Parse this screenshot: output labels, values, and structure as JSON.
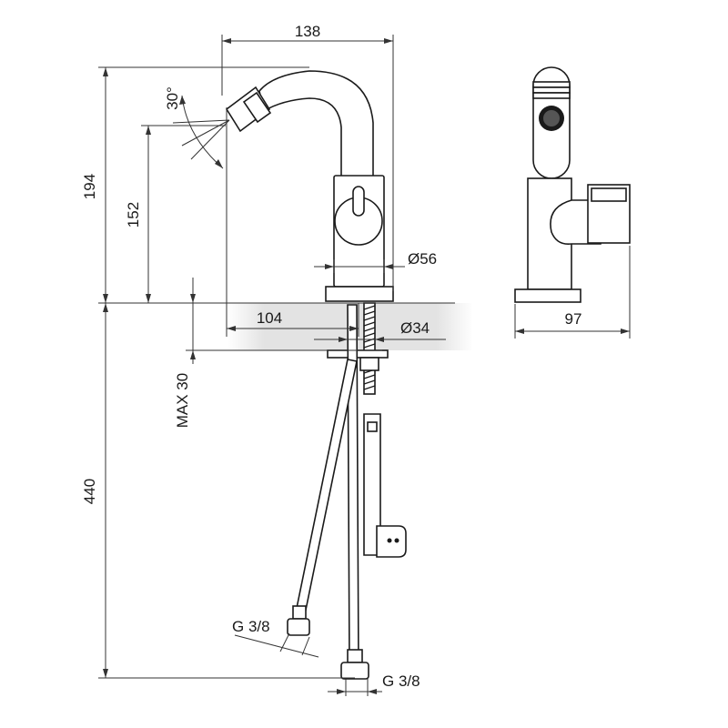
{
  "dimensions": {
    "width_total": "138",
    "height_spout": "194",
    "height_outlet": "152",
    "angle": "30°",
    "body_diameter": "Ø56",
    "reach": "104",
    "hole_diameter": "Ø34",
    "deck_thickness": "MAX 30",
    "hose_length": "440",
    "hose_thread_left": "G 3/8",
    "hose_thread_right": "G 3/8",
    "side_depth": "97"
  }
}
